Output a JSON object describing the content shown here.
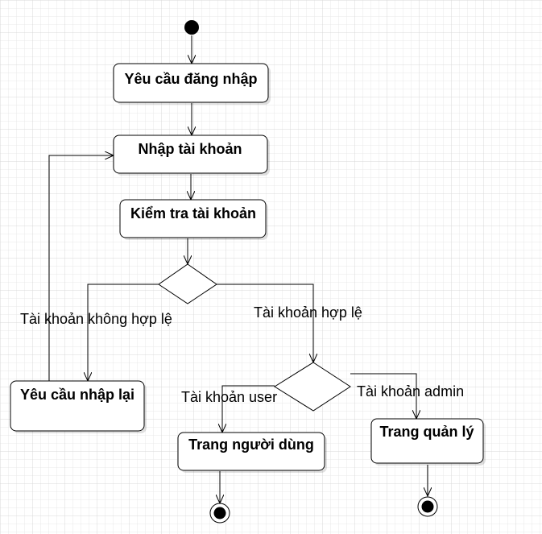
{
  "diagram": {
    "nodes": {
      "request_login": "Yêu cầu đăng nhập",
      "enter_account": "Nhập tài khoản",
      "check_account": "Kiểm tra tài khoản",
      "request_reenter": "Yêu cầu nhập lại",
      "user_page": "Trang người dùng",
      "admin_page": "Trang quản lý"
    },
    "edge_labels": {
      "invalid": "Tài khoản không hợp lệ",
      "valid": "Tài khoản hợp lệ",
      "user": "Tài khoản user",
      "admin": "Tài khoản admin"
    }
  }
}
